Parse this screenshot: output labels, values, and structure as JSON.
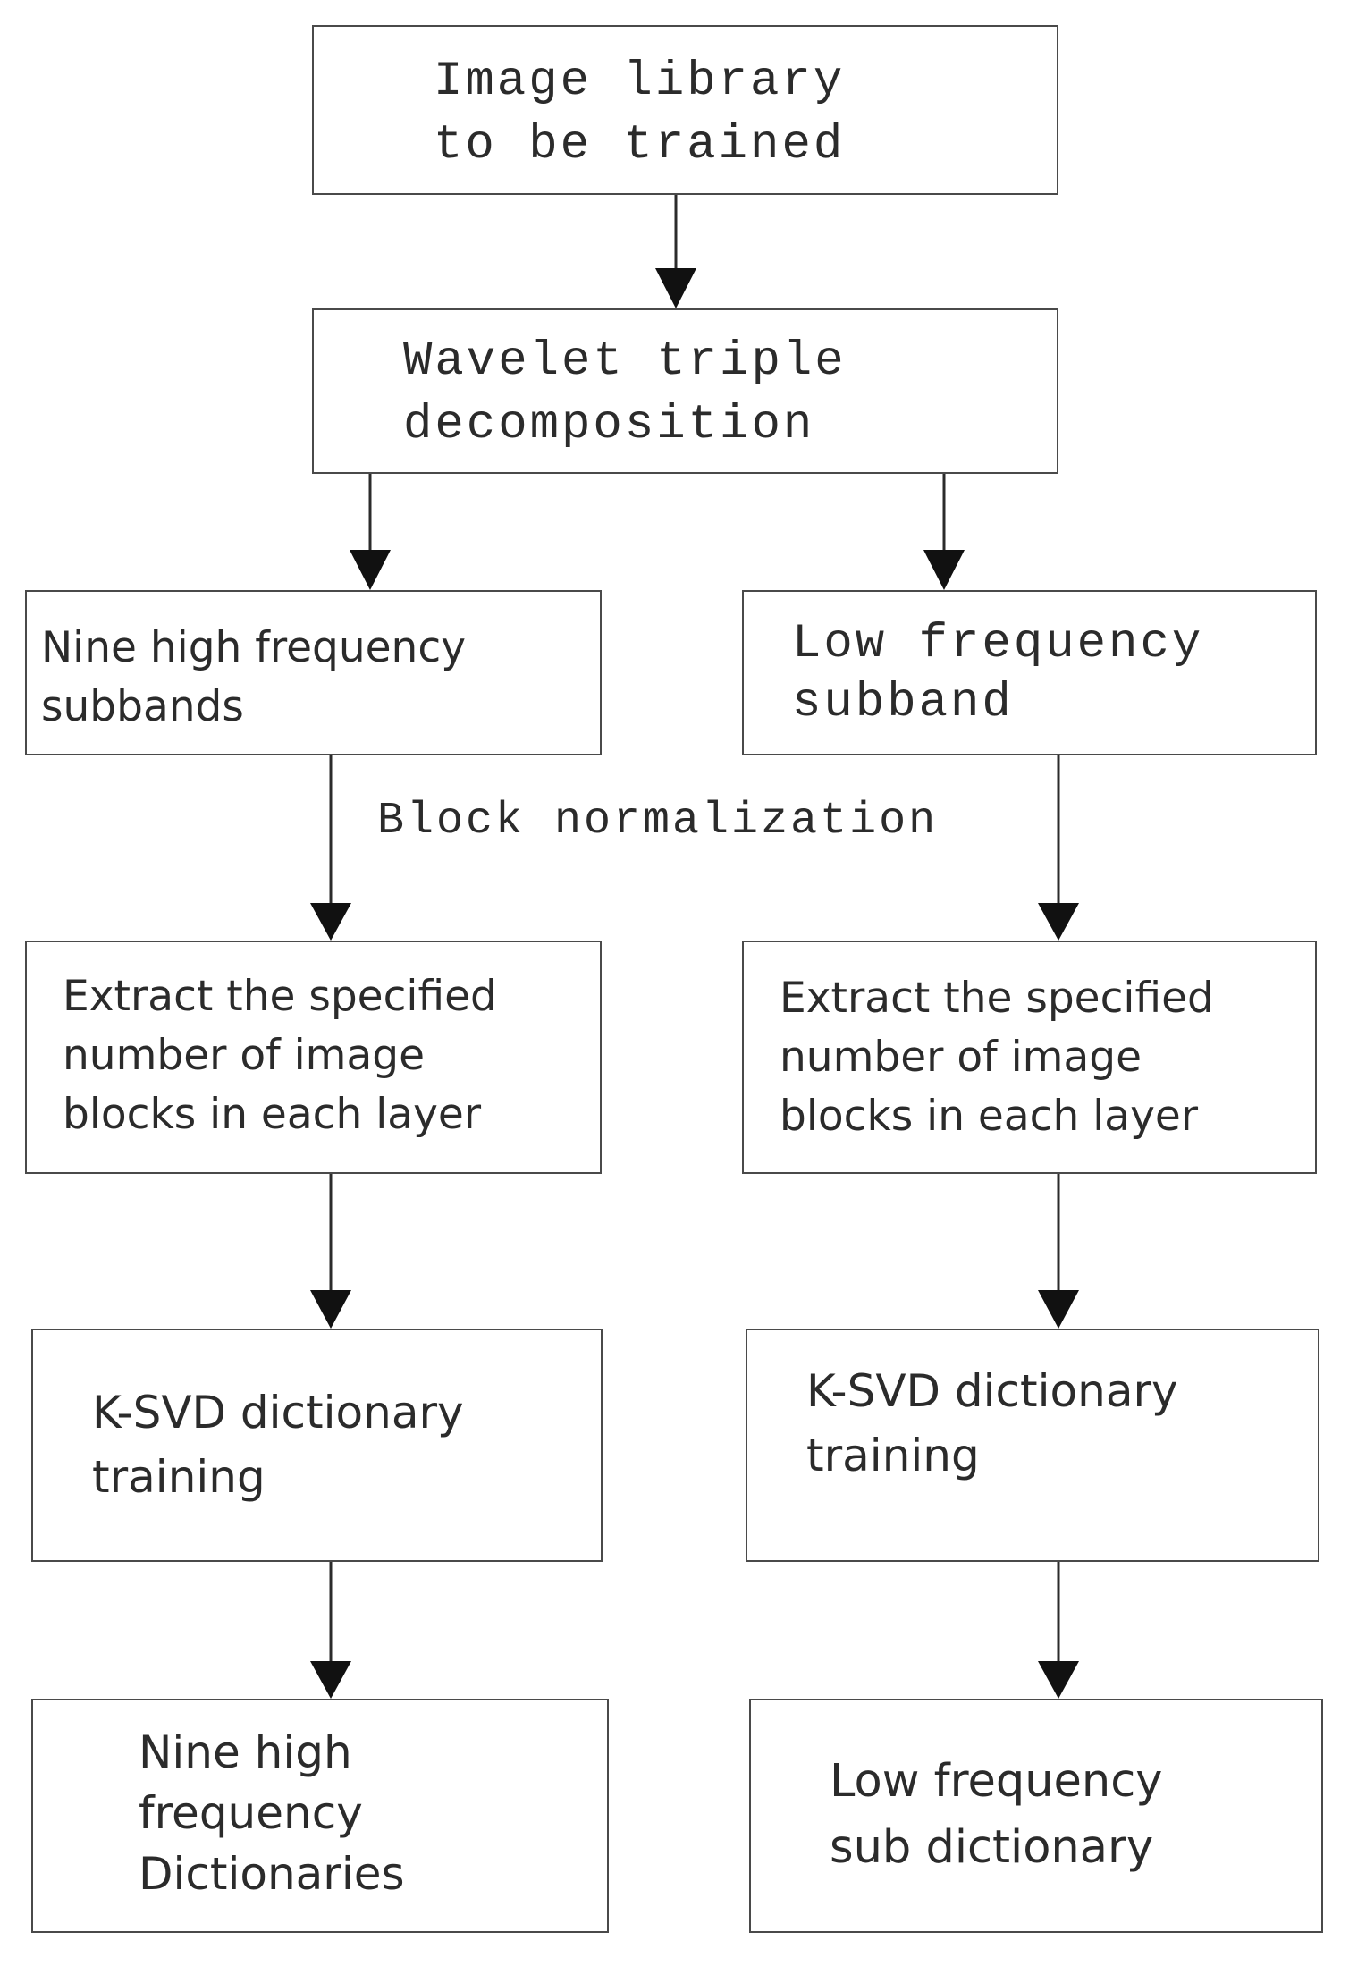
{
  "nodes": {
    "image_library": "Image library\nto be trained",
    "wavelet": "Wavelet triple\ndecomposition",
    "high_subbands": "Nine high frequency\nsubbands",
    "low_subband": "Low frequency\nsubband",
    "extract_high": "Extract the specified\nnumber of image\nblocks in each layer",
    "extract_low": "Extract the specified\nnumber of image\nblocks in each layer",
    "ksvd_high": "K-SVD dictionary\ntraining",
    "ksvd_low": "K-SVD dictionary\ntraining",
    "dict_high": "Nine high\nfrequency\nDictionaries",
    "dict_low": "Low frequency\nsub dictionary"
  },
  "edge_labels": {
    "block_normalization": "Block normalization"
  },
  "colors": {
    "line": "#2b2b2b",
    "border": "#4a4a4a",
    "text": "#2b2b2b"
  }
}
